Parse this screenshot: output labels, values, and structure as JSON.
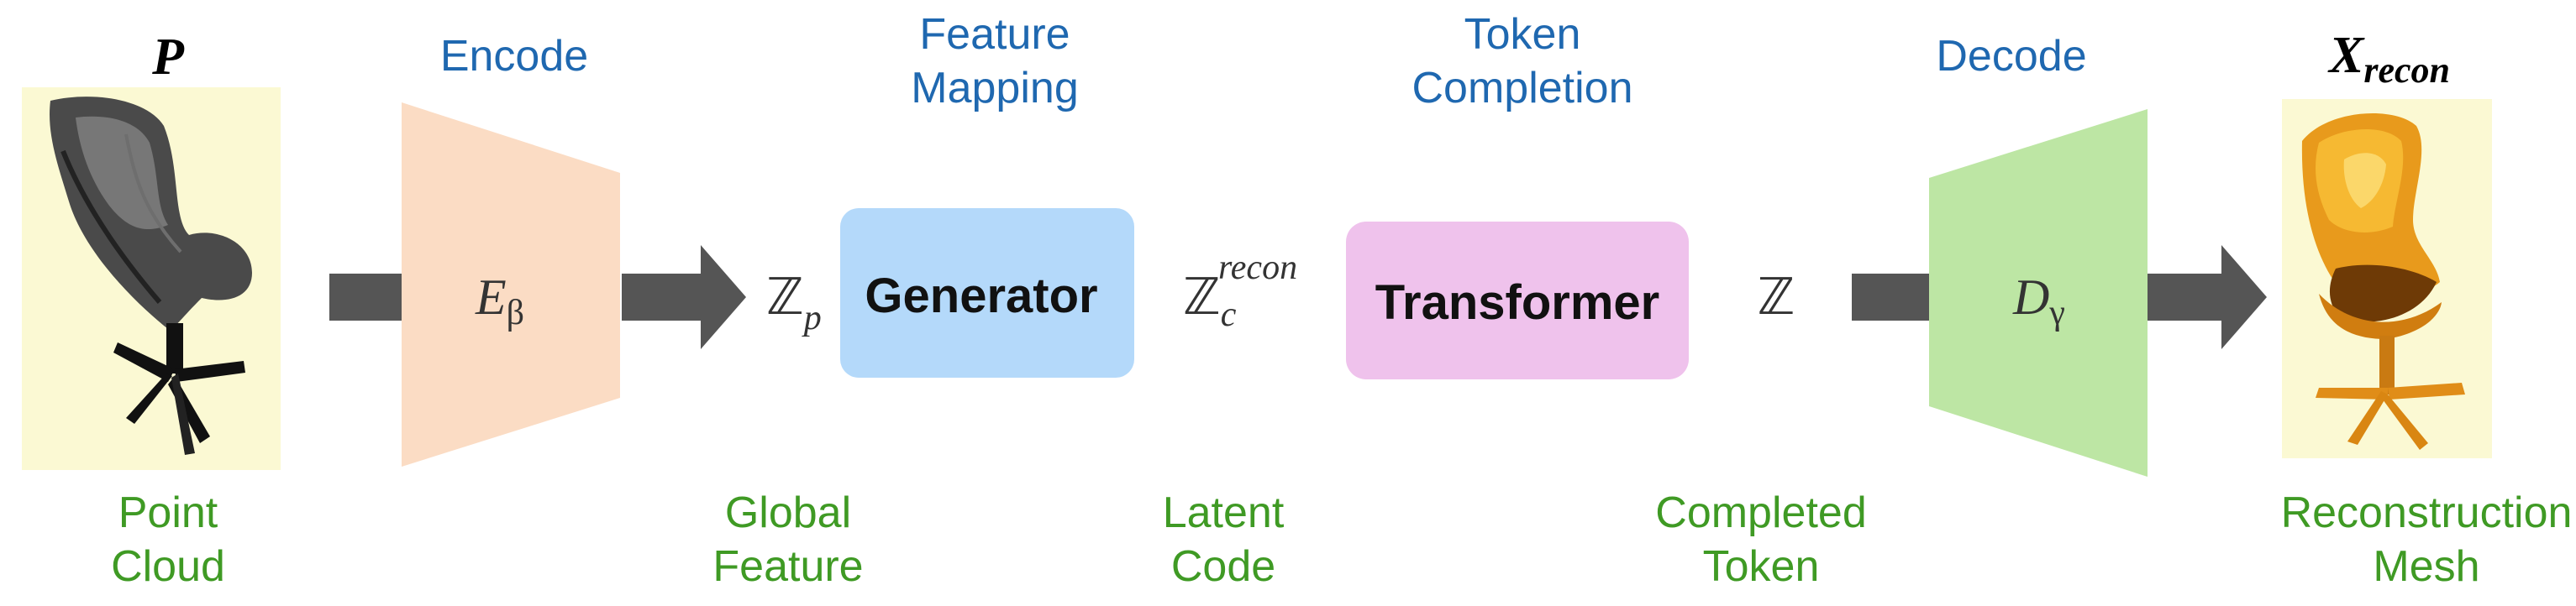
{
  "input": {
    "symbol": "P",
    "caption_line1": "Point",
    "caption_line2": "Cloud"
  },
  "encoder": {
    "stage_label": "Encode",
    "symbol_base": "E",
    "symbol_sub": "β"
  },
  "global_feature": {
    "symbol_base": "ℤ",
    "symbol_sub": "p",
    "caption_line1": "Global",
    "caption_line2": "Feature"
  },
  "generator": {
    "stage_label_line1": "Feature",
    "stage_label_line2": "Mapping",
    "box_label": "Generator"
  },
  "latent_code": {
    "symbol_base": "ℤ",
    "symbol_sub": "c",
    "symbol_sup": "recon",
    "caption_line1": "Latent",
    "caption_line2": "Code"
  },
  "transformer": {
    "stage_label_line1": "Token",
    "stage_label_line2": "Completion",
    "box_label": "Transformer"
  },
  "completed_token": {
    "symbol": "ℤ",
    "caption_line1": "Completed",
    "caption_line2": "Token"
  },
  "decoder": {
    "stage_label": "Decode",
    "symbol_base": "D",
    "symbol_sub": "γ"
  },
  "output": {
    "symbol_base": "X",
    "symbol_sub": "recon",
    "caption_line1": "Reconstruction",
    "caption_line2": "Mesh"
  },
  "colors": {
    "stage_label": "#1f68b0",
    "caption": "#3f9a24",
    "arrow": "#555555",
    "encoder_fill": "#fbdcc4",
    "generator_fill": "#b4d9fa",
    "transformer_fill": "#efc2ec",
    "decoder_fill": "#bde6a4",
    "image_background": "#fbf9d3"
  },
  "icons": {
    "input_image": "point-cloud-chair-icon",
    "output_image": "mesh-chair-icon"
  }
}
